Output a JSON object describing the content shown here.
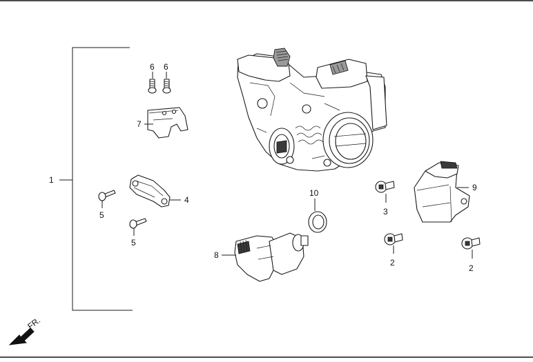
{
  "diagram": {
    "direction_label": "FR.",
    "callouts": {
      "c1": "1",
      "c2a": "2",
      "c2b": "2",
      "c3": "3",
      "c4": "4",
      "c5a": "5",
      "c5b": "5",
      "c6a": "6",
      "c6b": "6",
      "c7": "7",
      "c8": "8",
      "c9": "9",
      "c10": "10"
    }
  }
}
